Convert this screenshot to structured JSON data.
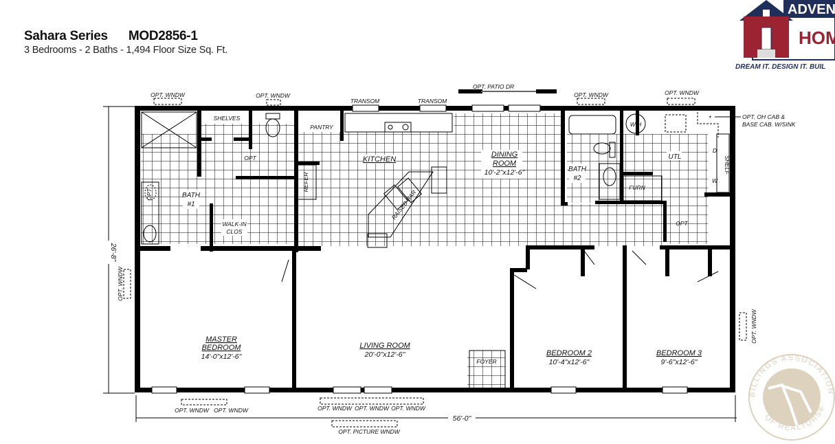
{
  "header": {
    "series": "Sahara Series",
    "model": "MOD2856-1",
    "summary": "3 Bedrooms - 2 Baths - 1,494 Floor Size Sq. Ft."
  },
  "logo": {
    "line1": "ADVEN",
    "line2": "HOM",
    "tagline": "DREAM IT. DESIGN IT. BUIL",
    "colors": {
      "navy": "#1f2f5a",
      "red": "#9b2332"
    }
  },
  "watermark": {
    "text_top": "BILLINGS ASSOCIATION",
    "text_bottom": "OF REALTORS®",
    "color": "#d6cbb2"
  },
  "dimensions": {
    "depth": "26'-8\"",
    "width": "56'-0\""
  },
  "rooms": {
    "master": {
      "name1": "MASTER",
      "name2": "BEDROOM",
      "size": "14'-0\"x12'-6\""
    },
    "living": {
      "name": "LIVING ROOM",
      "size": "20'-0\"x12'-6\""
    },
    "bed2": {
      "name": "BEDROOM 2",
      "size": "10'-4\"x12'-6\""
    },
    "bed3": {
      "name": "BEDROOM 3",
      "size": "9'-6\"x12'-6\""
    },
    "dining": {
      "name1": "DINING",
      "name2": "ROOM",
      "size": "10'-2\"x12'-6\""
    },
    "kitchen": "KITCHEN",
    "bath1": {
      "name": "BATH",
      "num": "#1"
    },
    "bath2": {
      "name": "BATH",
      "num": "#2"
    },
    "walkin": {
      "line1": "WALK-IN",
      "line2": "CLOS"
    },
    "utility": "UTL",
    "furnace": "FURN",
    "foyer": "FOYER",
    "pantry": "PANTRY",
    "refer": "REFER",
    "shelves": "SHELVES",
    "shelf": "SHELF",
    "raised_bar": "RAISED BAR",
    "water_heater": "W H",
    "dryer": "D",
    "washer": "W"
  },
  "annotations": {
    "opt_wndw": "OPT. WNDW",
    "transom": "TRANSOM",
    "patio": "OPT. PATIO DR",
    "picture": "OPT. PICTURE WNDW",
    "opt": "OPT",
    "cab_line1": "OPT. OH CAB &",
    "cab_line2": "BASE CAB. W/SINK",
    "asterisk": "*"
  }
}
